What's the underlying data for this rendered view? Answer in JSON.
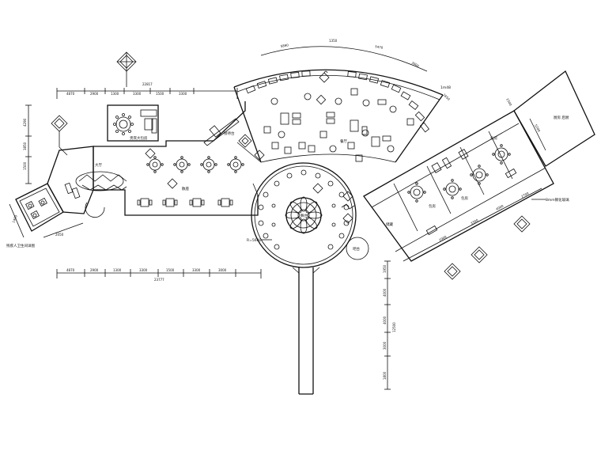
{
  "dims": {
    "top_total": "22817",
    "top_segments": [
      "4870",
      "2900",
      "1300",
      "3300",
      "1500",
      "3300"
    ],
    "bottom_total": "23777",
    "bottom_segments": [
      "4870",
      "2900",
      "1300",
      "3300",
      "1500",
      "3300",
      "3000"
    ],
    "left_a": "4290",
    "left_b": "3850",
    "left_c": "1500",
    "left_lower_a": "1400",
    "left_lower_b": "2050",
    "arc_a": "5890",
    "arc_b": "1350",
    "arc_c": "5470",
    "arc_d": "3000",
    "arc_e": "1650",
    "right_a": "5200",
    "right_b": "1500",
    "right_total": "12500",
    "right_segments": [
      "1950",
      "4000",
      "4000",
      "3000",
      "1800"
    ],
    "east_a": "2900",
    "east_b": "3300",
    "east_c": "4000",
    "east_d": "2700"
  },
  "labels": {
    "vip_room": "贵宾大包房",
    "reception": "接待台",
    "lobby": "大厅",
    "hall": "散座",
    "toilet": "卫生间",
    "private_rooms": [
      "包房",
      "包房",
      "包房"
    ],
    "storage": "储藏",
    "kitchen": "厨房  后厨",
    "stage": "舞台",
    "dining": "餐厅",
    "bar": "吧台",
    "circle_note": "R=5600",
    "left_note": "残疾人卫生间详图",
    "right_note": "8mm钢化玻璃",
    "arc_note": "1m48"
  }
}
